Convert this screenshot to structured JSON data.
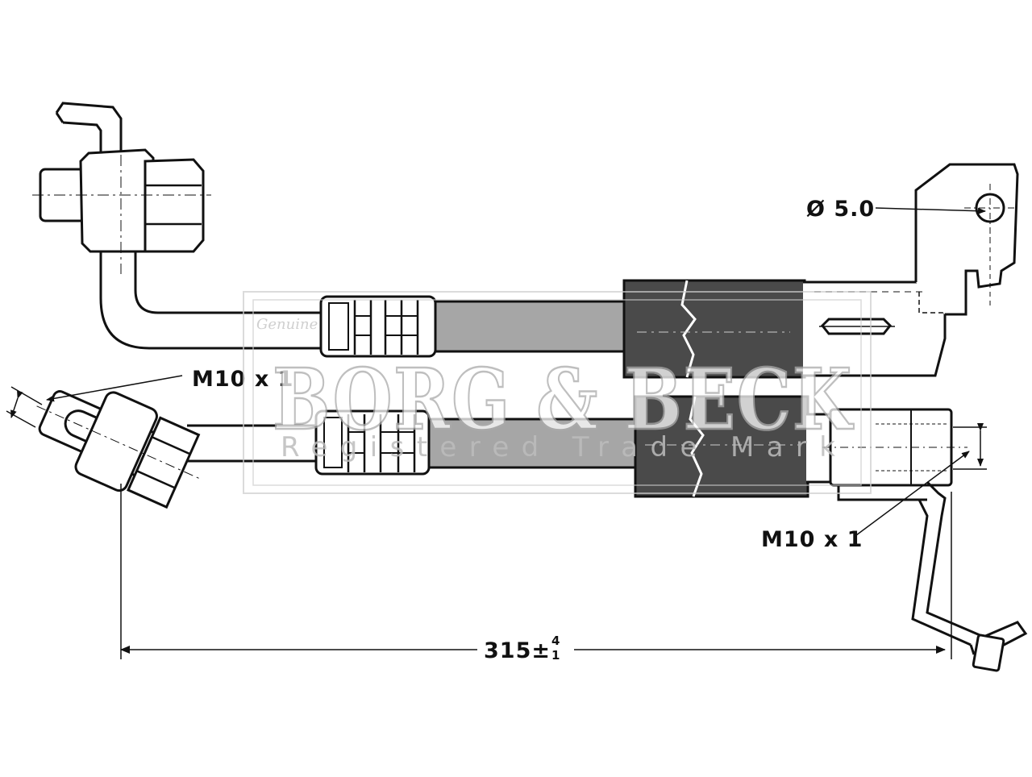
{
  "labels": {
    "thread_top_left": "M10 x 1",
    "thread_bottom_right": "M10 x 1",
    "hole_diameter": "Ø 5.0",
    "length_nominal": "315",
    "length_tol_sign": "±",
    "length_tol_upper": "4",
    "length_tol_lower": "1"
  },
  "watermark": {
    "brand": "BORG & BECK",
    "subtitle": "Registered Trade Mark",
    "script": "Genuine"
  },
  "colors": {
    "line": "#111111",
    "hose_light": "#a6a6a6",
    "hose_dark": "#4a4a4a",
    "watermark": "#aaaaaa"
  }
}
